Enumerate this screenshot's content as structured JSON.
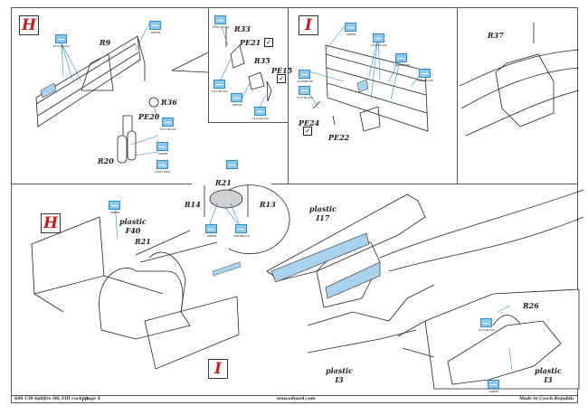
{
  "document": {
    "title": "648 138 Spitfire Mk.VIII cockpit",
    "page": "page 4",
    "website": "www.eduard.com",
    "origin": "Made in Czech Republic"
  },
  "colors": {
    "step_letter": "#d01818",
    "paint_chip": "#8ec8ee",
    "highlight_part": "#a9d2ee",
    "line": "#222222"
  },
  "panels": {
    "H_top": {
      "step": "H",
      "parts": [
        "R9",
        "R36",
        "PE20",
        "R20"
      ],
      "paints": [
        "GREEN",
        "FLAT BLACK",
        "FLAT BLACK",
        "GREEN",
        "LIGHT GRAY"
      ]
    },
    "H_detail": {
      "parts": [
        "R33",
        "PE21",
        "R35",
        "PE15"
      ],
      "check_marks": [
        "PE21",
        "PE15"
      ],
      "paints": [
        "CHIP COLOR",
        "FLAT BLACK",
        "GREEN",
        "FLAT BLACK"
      ]
    },
    "I_top": {
      "step": "I",
      "parts": [
        "PE24",
        "PE22"
      ],
      "check_marks": [
        "PE24"
      ],
      "paints": [
        "GREEN",
        "FLAT BLACK",
        "ALUMINIUM",
        "ALUMINIUM",
        "FLAT BLACK",
        "FLAT BLACK"
      ]
    },
    "R37": {
      "parts": [
        "R37"
      ]
    },
    "assembly": {
      "steps": [
        "H",
        "I"
      ],
      "parts": [
        "plastic F40",
        "R21",
        "R14",
        "R13"
      ],
      "plastic_label": "plastic",
      "plastic_part": "F40",
      "paints": [
        "GREEN",
        "GREEN",
        "RED/BLACK"
      ]
    },
    "fuselage": {
      "plastic_label": "plastic",
      "parts": [
        "I17",
        "I3",
        "I3"
      ],
      "inset_parts": [
        "R26"
      ],
      "paints": [
        "FLAT BLACK",
        "GREEN"
      ]
    }
  }
}
